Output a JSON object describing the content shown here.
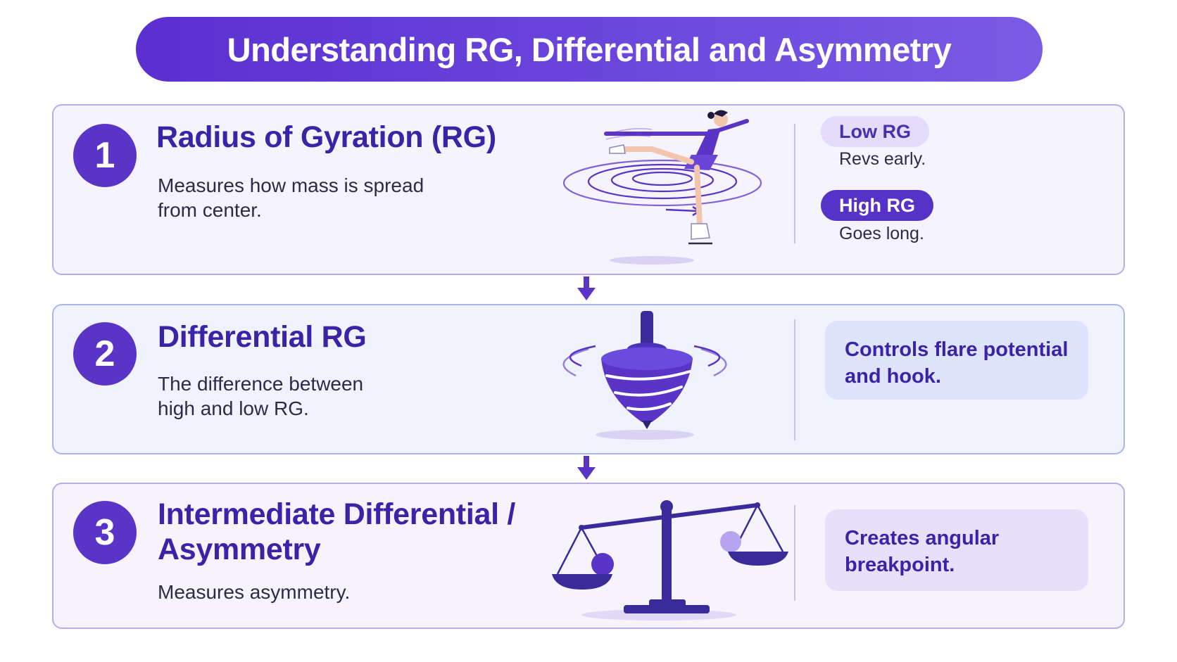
{
  "title": "Understanding RG, Differential and Asymmetry",
  "cards": [
    {
      "number": "1",
      "title": "Radius of Gyration (RG)",
      "description_lines": [
        "Measures how mass is spread",
        "from center."
      ],
      "illustration": "figure-skater-icon",
      "badges": [
        {
          "label": "Low RG",
          "note": "Revs early."
        },
        {
          "label": "High RG",
          "note": "Goes long."
        }
      ]
    },
    {
      "number": "2",
      "title": "Differential RG",
      "description_lines": [
        "The difference between",
        "high and low RG."
      ],
      "illustration": "spinning-top-icon",
      "info_lines": [
        "Controls flare potential",
        "and hook."
      ]
    },
    {
      "number": "3",
      "title_lines": [
        "Intermediate Differential /",
        "Asymmetry"
      ],
      "description_lines": [
        "Measures asymmetry."
      ],
      "illustration": "balance-scale-icon",
      "info_lines": [
        "Creates angular",
        "breakpoint."
      ]
    }
  ],
  "colors": {
    "primary": "#5a33c7",
    "title_text": "#3b23a8",
    "card_border": "#b7acec",
    "badge_light": "#e4dcfb"
  }
}
